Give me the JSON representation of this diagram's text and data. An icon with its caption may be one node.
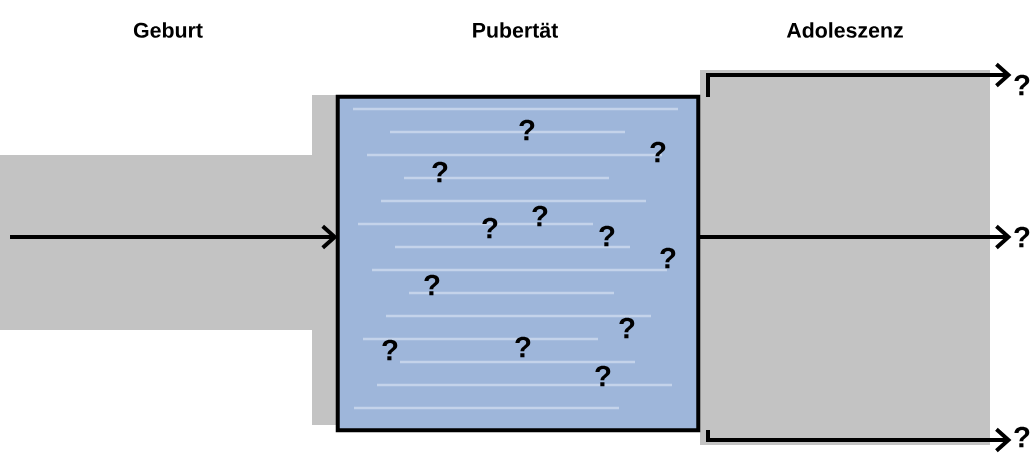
{
  "diagram": {
    "nodes": [
      {
        "text": [
          "Pubertät",
          "?",
          "?",
          "?",
          "?",
          "?",
          "?",
          "?",
          "?",
          "?",
          "?",
          "?",
          "?"
        ]
      },
      {
        "text": [
          "?"
        ]
      },
      {
        "text": [
          "?"
        ]
      },
      {
        "text": [
          "?"
        ]
      }
    ],
    "edges": [
      {
        "from": null,
        "to": 0,
        "arrow": "to"
      },
      {
        "from": 0,
        "to": 1,
        "arrow": "to"
      },
      {
        "from": 0,
        "to": 2,
        "arrow": "to"
      },
      {
        "from": 0,
        "to": 3,
        "arrow": "to"
      }
    ],
    "labels": [
      "Geburt",
      "Adoleszenz"
    ]
  }
}
